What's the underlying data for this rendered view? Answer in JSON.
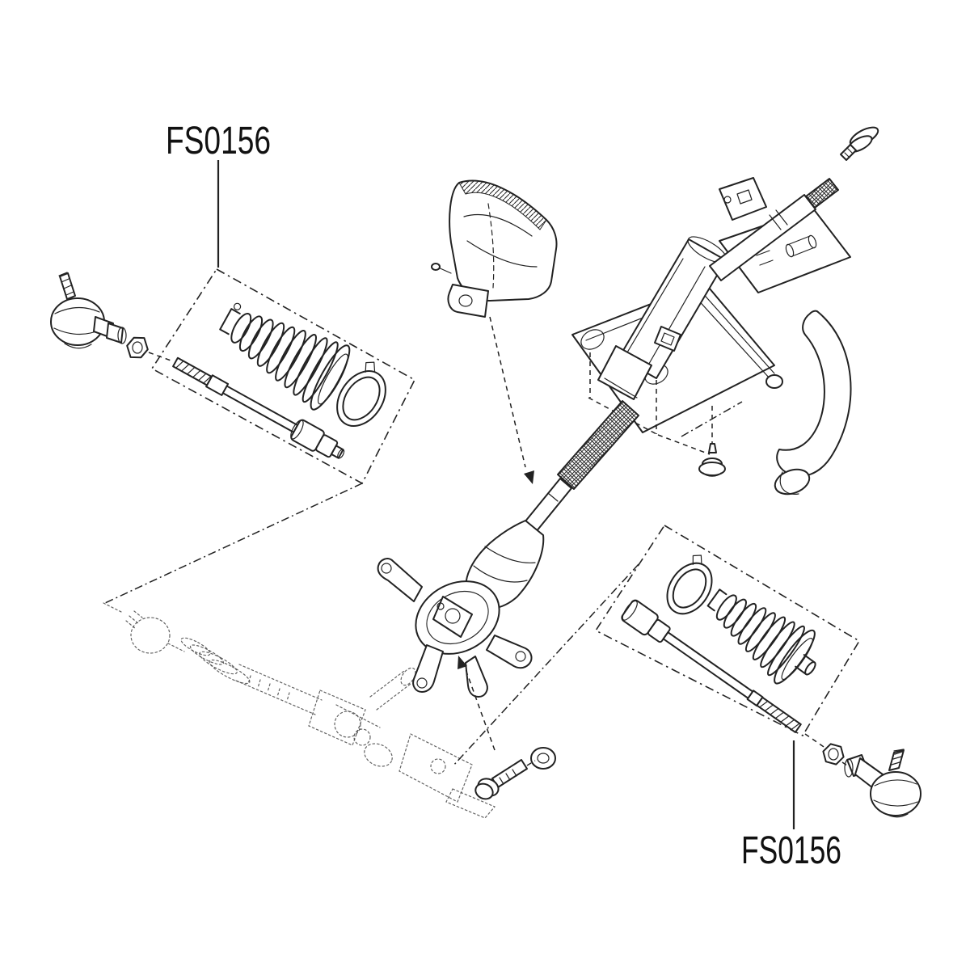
{
  "diagram": {
    "type": "exploded-parts-diagram",
    "subject": "steering column, intermediate shaft and steering rack tie-rod repair kits",
    "labels": {
      "kit_left": "FS0156",
      "kit_right": "FS0156"
    },
    "colors": {
      "background": "#ffffff",
      "line": "#222222",
      "ghost_line": "#474747",
      "label_text": "#111111"
    },
    "parts": [
      "outer-tie-rod-end-left",
      "jam-nut-left",
      "inner-tie-rod-left",
      "steering-rack-boot-left",
      "boot-clamp-left",
      "steering-column-assembly",
      "upper-shaft-bolt",
      "column-hole-cover",
      "intermediate-shaft",
      "firewall-seal-plate",
      "column-mounting-bolt",
      "lower-mount-bolt-and-washer",
      "steering-rack-ghost",
      "boot-clamp-right",
      "steering-rack-boot-right",
      "inner-tie-rod-right",
      "jam-nut-right",
      "outer-tie-rod-end-right"
    ]
  }
}
